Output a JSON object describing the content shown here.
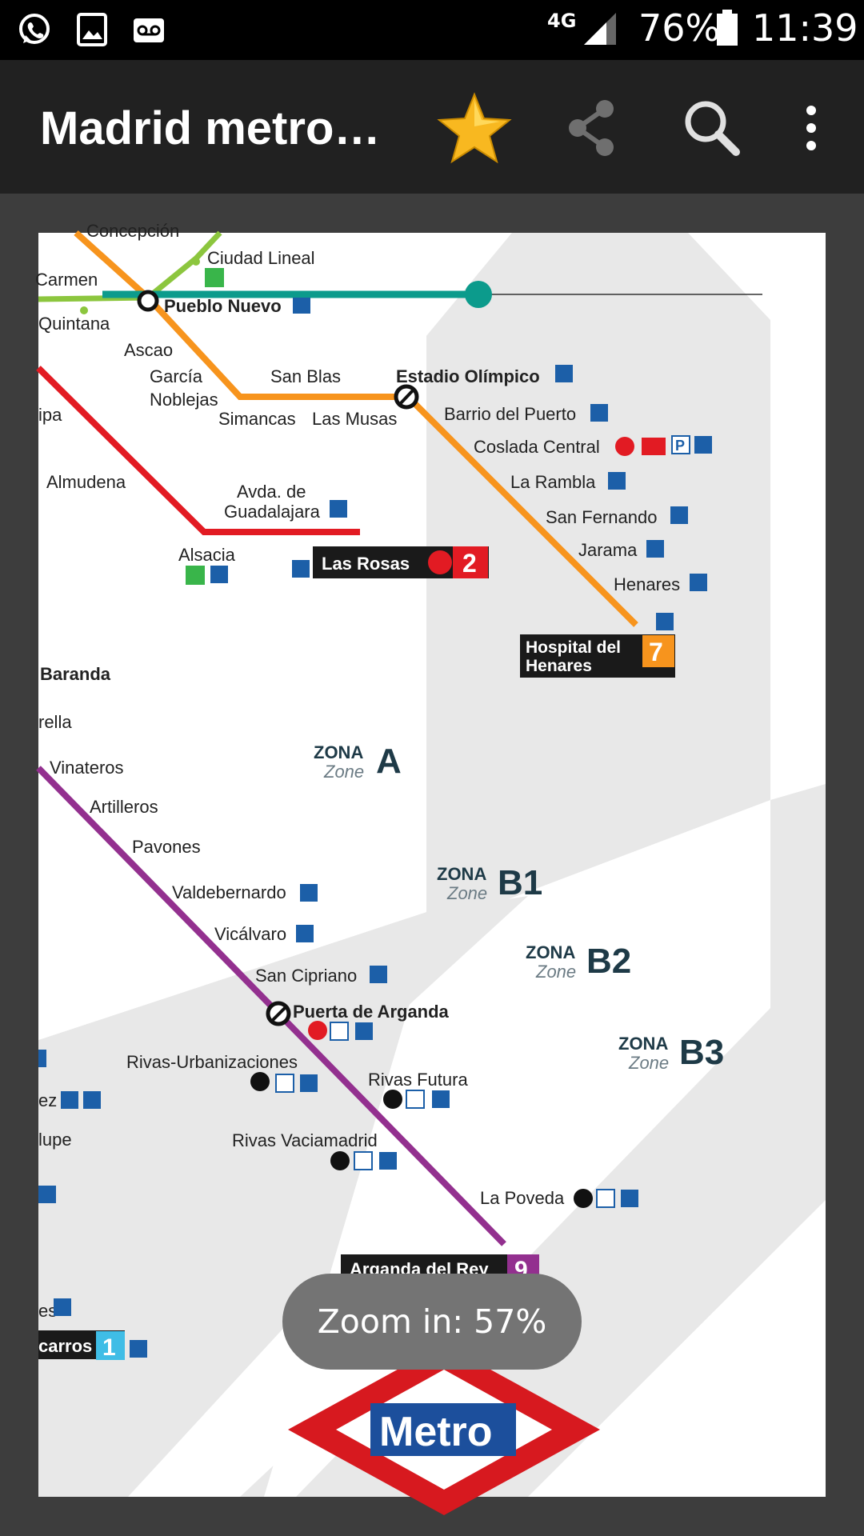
{
  "status_bar": {
    "network": "4G",
    "battery": "76%",
    "time": "11:39",
    "icons": [
      "whatsapp-icon",
      "gallery-icon",
      "voicemail-icon",
      "signal-icon",
      "battery-icon"
    ]
  },
  "app_bar": {
    "title": "Madrid metro…",
    "actions": [
      "star-icon",
      "share-icon",
      "search-icon",
      "overflow-menu-icon"
    ]
  },
  "colors": {
    "line_orange": "#f7941d",
    "line_green": "#8cc63e",
    "line_red": "#e21b23",
    "line_purple": "#93308f",
    "line_teal": "#0c9b8c",
    "accessibility_blue": "#1c5fa8",
    "metro_red": "#d7191f",
    "metro_blue": "#1c4f9c"
  },
  "map": {
    "stations": {
      "concepcion": "Concepción",
      "ciudad_lineal": "Ciudad Lineal",
      "carmen": "Carmen",
      "pueblo_nuevo": "Pueblo Nuevo",
      "quintana": "Quintana",
      "ascao": "Ascao",
      "garcia_noblejas_1": "García",
      "garcia_noblejas_2": "Noblejas",
      "san_blas": "San Blas",
      "simancas": "Simancas",
      "las_musas": "Las Musas",
      "estadio_olimpico": "Estadio Olímpico",
      "barrio_del_puerto": "Barrio del Puerto",
      "coslada_central": "Coslada Central",
      "la_rambla": "La Rambla",
      "san_fernando": "San Fernando",
      "jarama": "Jarama",
      "henares": "Henares",
      "hospital_henares_1": "Hospital del",
      "hospital_henares_2": "Henares",
      "ipa": "ipa",
      "almudena": "Almudena",
      "avda_guadalajara_1": "Avda. de",
      "avda_guadalajara_2": "Guadalajara",
      "alsacia": "Alsacia",
      "las_rosas": "Las Rosas",
      "baranda": "Baranda",
      "rella": "rella",
      "vinateros": "Vinateros",
      "artilleros": "Artilleros",
      "pavones": "Pavones",
      "valdebernardo": "Valdebernardo",
      "vicalvaro": "Vicálvaro",
      "san_cipriano": "San Cipriano",
      "puerta_arganda": "Puerta de Arganda",
      "rivas_urbanizaciones": "Rivas-Urbanizaciones",
      "rivas_futura": "Rivas Futura",
      "rivas_vaciamadrid": "Rivas Vaciamadrid",
      "la_poveda": "La Poveda",
      "arganda_del_rey": "Arganda del Rey",
      "ez": "ez",
      "lupe": "lupe",
      "es": "es",
      "carros": "carros"
    },
    "line_numbers": {
      "line2": "2",
      "line7": "7",
      "line9": "9",
      "line1": "1"
    },
    "zones": {
      "zona_word": "ZONA",
      "zone_word": "Zone",
      "a": "A",
      "b1": "B1",
      "b2": "B2",
      "b3": "B3"
    },
    "parking": "P",
    "logo_text": "Metro"
  },
  "toast": {
    "text": "Zoom in: 57%"
  }
}
